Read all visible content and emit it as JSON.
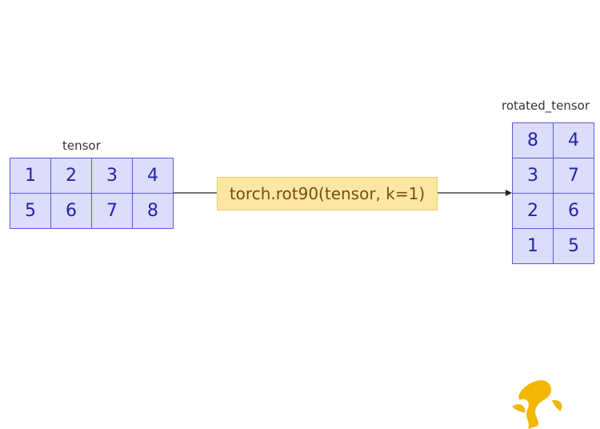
{
  "diagram": {
    "source": {
      "label": "tensor",
      "rows": [
        [
          "1",
          "2",
          "3",
          "4"
        ],
        [
          "5",
          "6",
          "7",
          "8"
        ]
      ]
    },
    "operation": "torch.rot90(tensor, k=1)",
    "result": {
      "label": "rotated_tensor",
      "rows": [
        [
          "8",
          "4"
        ],
        [
          "3",
          "7"
        ],
        [
          "2",
          "6"
        ],
        [
          "1",
          "5"
        ]
      ]
    }
  },
  "colors": {
    "cell_fill": "#dcdcfb",
    "cell_border": "#5a5adb",
    "cell_text": "#2323a8",
    "op_fill": "#fbe7a0",
    "op_text": "#7a4b12",
    "logo": "#f2b705"
  },
  "icons": {
    "logo": "yellow-figure-logo-icon"
  }
}
